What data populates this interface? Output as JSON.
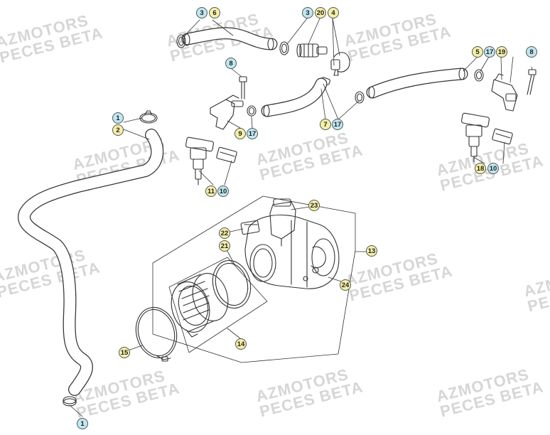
{
  "watermark": {
    "line1": "AZMOTORS",
    "line2": "PECES BETA"
  },
  "colors": {
    "callout_yellow": "#f3f0a8",
    "callout_blue": "#bfe8f2",
    "line": "#333333",
    "watermark": "#d6d6d6"
  },
  "callouts": [
    {
      "label": "3",
      "kind": "b"
    },
    {
      "label": "6",
      "kind": "y"
    },
    {
      "label": "3",
      "kind": "b"
    },
    {
      "label": "20",
      "kind": "y"
    },
    {
      "label": "4",
      "kind": "y"
    },
    {
      "label": "5",
      "kind": "y"
    },
    {
      "label": "17",
      "kind": "b"
    },
    {
      "label": "19",
      "kind": "y"
    },
    {
      "label": "8",
      "kind": "b"
    },
    {
      "label": "8",
      "kind": "b"
    },
    {
      "label": "1",
      "kind": "b"
    },
    {
      "label": "2",
      "kind": "y"
    },
    {
      "label": "9",
      "kind": "y"
    },
    {
      "label": "17",
      "kind": "b"
    },
    {
      "label": "7",
      "kind": "y"
    },
    {
      "label": "17",
      "kind": "b"
    },
    {
      "label": "18",
      "kind": "y"
    },
    {
      "label": "10",
      "kind": "b"
    },
    {
      "label": "11",
      "kind": "y"
    },
    {
      "label": "10",
      "kind": "b"
    },
    {
      "label": "23",
      "kind": "y"
    },
    {
      "label": "22",
      "kind": "y"
    },
    {
      "label": "21",
      "kind": "y"
    },
    {
      "label": "13",
      "kind": "y"
    },
    {
      "label": "24",
      "kind": "y"
    },
    {
      "label": "14",
      "kind": "y"
    },
    {
      "label": "15",
      "kind": "y"
    },
    {
      "label": "1",
      "kind": "b"
    }
  ]
}
